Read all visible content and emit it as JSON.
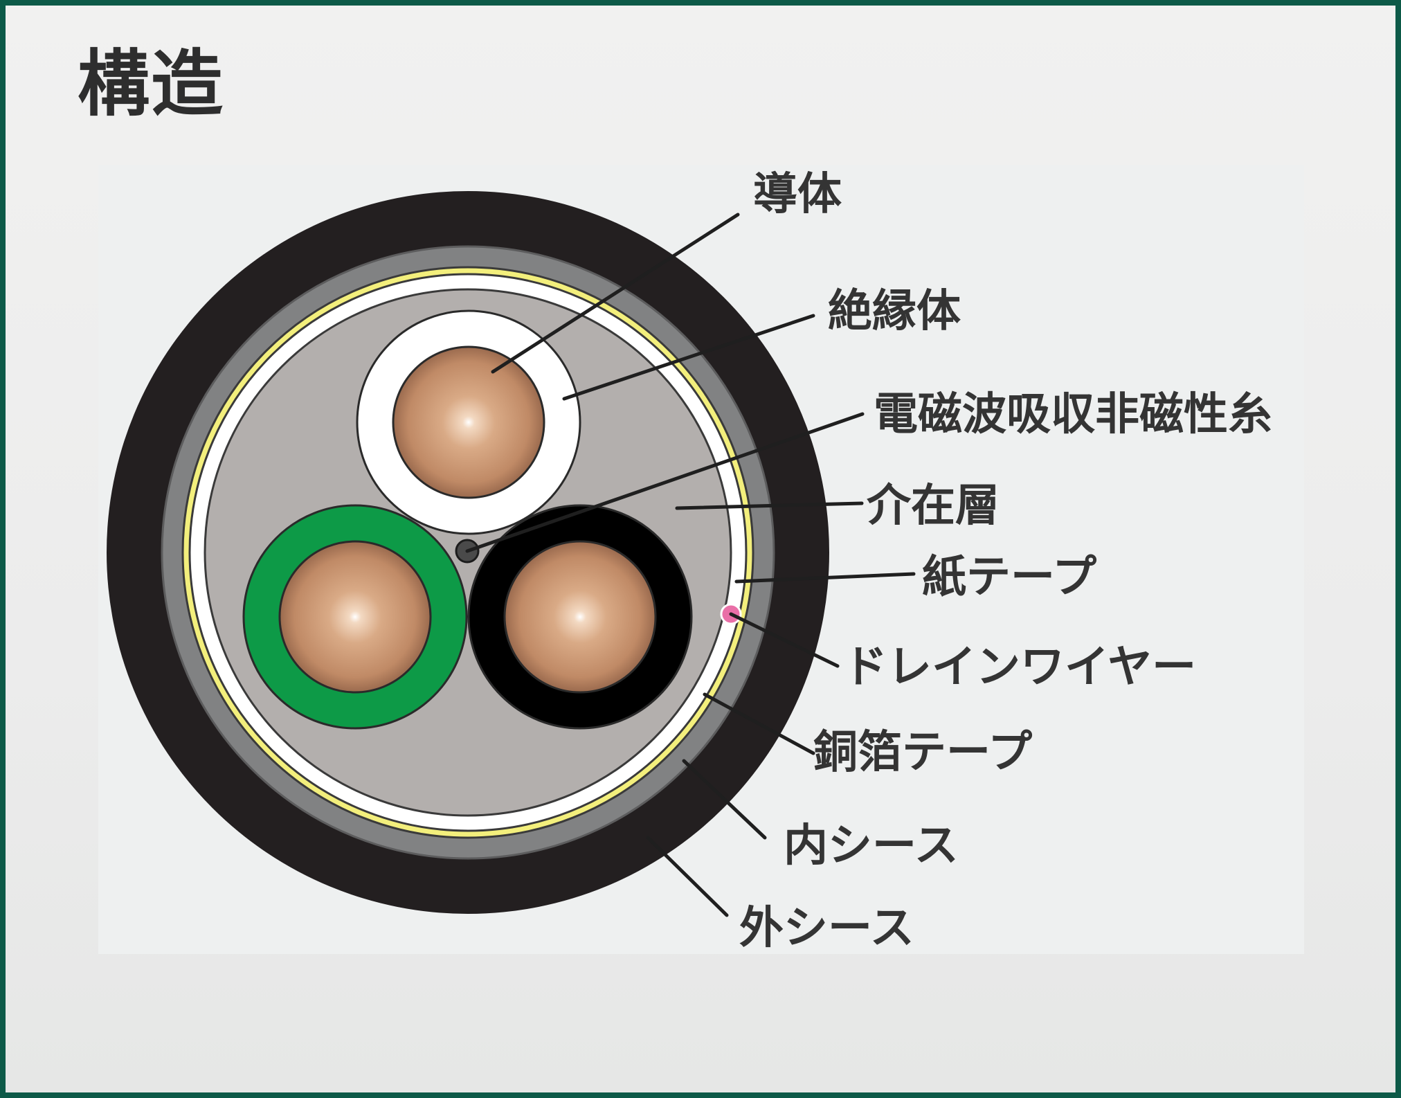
{
  "title": "構造",
  "labels": {
    "conductor": "導体",
    "insulation": "絶縁体",
    "em_yarn": "電磁波吸収非磁性糸",
    "filler": "介在層",
    "paper_tape": "紙テープ",
    "drain_wire": "ドレインワイヤー",
    "copper_tape": "銅箔テープ",
    "inner_sheath": "内シース",
    "outer_sheath": "外シース"
  },
  "colors": {
    "frame_border": "#0d5a48",
    "outer_sheath": "#231f20",
    "inner_sheath": "#7f8081",
    "copper_tape": "#f2ee7a",
    "paper_tape": "#ffffff",
    "filler": "#b1adab",
    "conductor": "#c99470",
    "insulation_white": "#ffffff",
    "insulation_green": "#0d9a47",
    "insulation_black": "#000000",
    "drain_wire": "#e96fa7",
    "em_yarn": "#4a4a4a"
  }
}
